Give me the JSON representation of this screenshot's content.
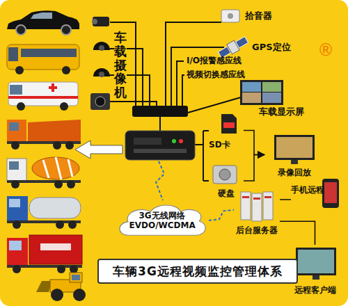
{
  "diagram": {
    "title": "车辆3G远程视频监控管理体系",
    "nodes": [
      {
        "text": [
          "3G无线网络 EVDO/WCDMA"
        ]
      },
      {
        "text": [
          "后台服务器"
        ]
      },
      {
        "text": [
          "手机远程"
        ]
      },
      {
        "text": [
          "远程客户端"
        ]
      },
      {
        "text": [
          "SD卡"
        ]
      },
      {
        "text": [
          "硬盘"
        ]
      },
      {
        "text": [
          "录像回放"
        ]
      }
    ],
    "edges": [
      {
        "from": 0,
        "to": 1,
        "arrow": "none"
      },
      {
        "from": 1,
        "to": 2,
        "arrow": "none"
      },
      {
        "from": 1,
        "to": 3,
        "arrow": "none"
      },
      {
        "from": 4,
        "to": 6,
        "arrow": "to"
      },
      {
        "from": 5,
        "to": 6,
        "arrow": "to"
      }
    ],
    "labels": [
      "车载摄像机",
      "拾音器",
      "GPS定位",
      "I/O报警感应线",
      "视频切换感应线",
      "车载显示屏",
      "®"
    ]
  }
}
